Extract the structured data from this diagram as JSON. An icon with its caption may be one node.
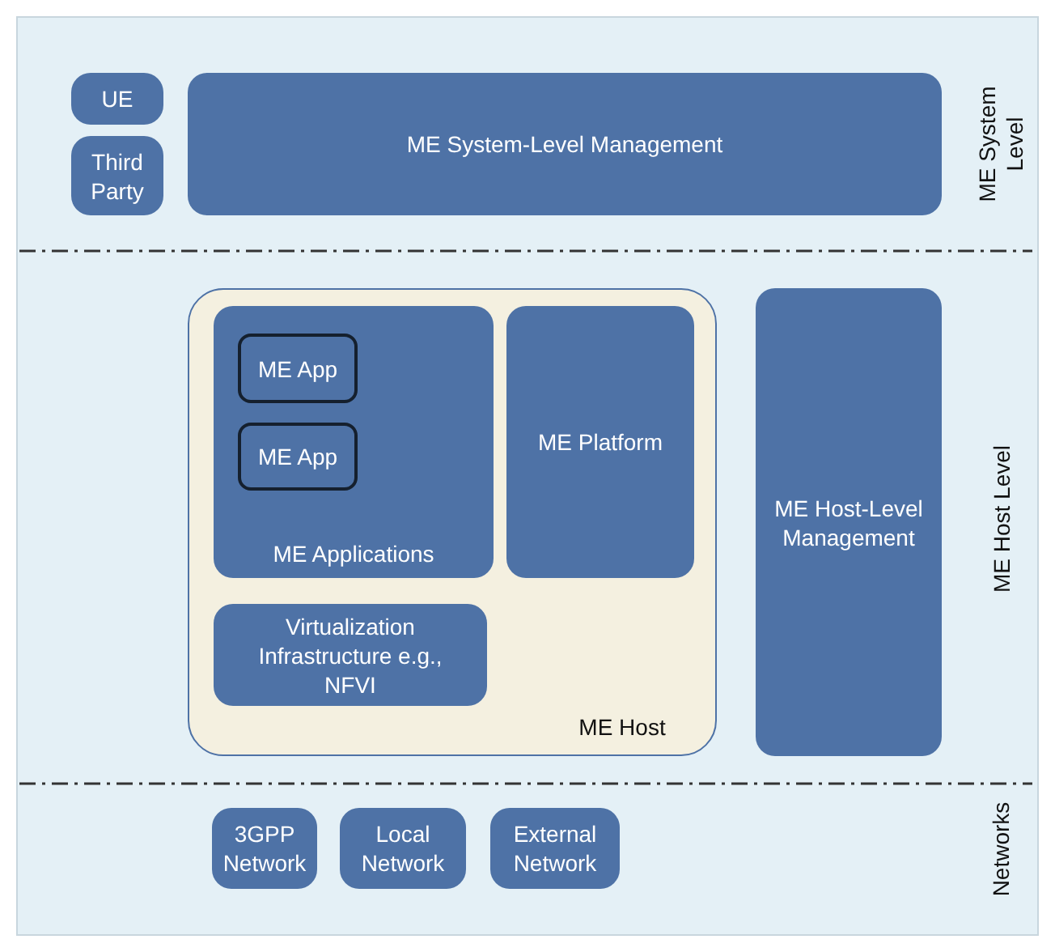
{
  "diagram": {
    "nodes": [
      {
        "text": [
          "UE"
        ]
      },
      {
        "text": [
          "Third Party"
        ]
      },
      {
        "text": [
          "ME System-Level Management"
        ]
      },
      {
        "text": [
          "ME Host"
        ]
      },
      {
        "text": [
          "ME Applications"
        ],
        "in": 3
      },
      {
        "text": [
          "ME App"
        ],
        "in": 4
      },
      {
        "text": [
          "ME App"
        ],
        "in": 4
      },
      {
        "text": [
          "ME Platform"
        ],
        "in": 3
      },
      {
        "text": [
          "Virtualization Infrastructure e.g., NFVI"
        ],
        "in": 3
      },
      {
        "text": [
          "ME Host-Level Management"
        ]
      },
      {
        "text": [
          "3GPP Network"
        ]
      },
      {
        "text": [
          "Local Network"
        ]
      },
      {
        "text": [
          "External Network"
        ]
      }
    ],
    "edges": [],
    "labels": [
      "ME System Level",
      "ME Host Level",
      "Networks"
    ]
  }
}
